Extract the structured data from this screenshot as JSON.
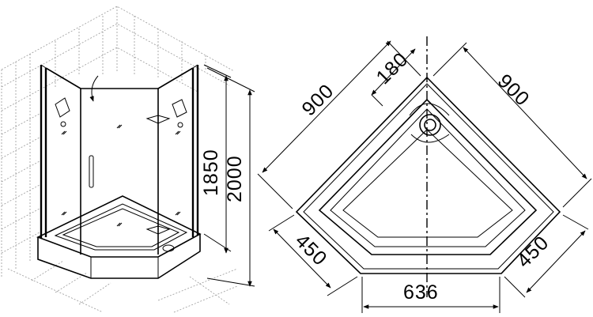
{
  "dimensions": {
    "height_cabin": "1850",
    "height_total": "2000",
    "side_top_left": "900",
    "side_top_right": "900",
    "drain_offset": "180",
    "side_bottom_left": "450",
    "side_bottom_right": "450",
    "front_width": "636"
  }
}
